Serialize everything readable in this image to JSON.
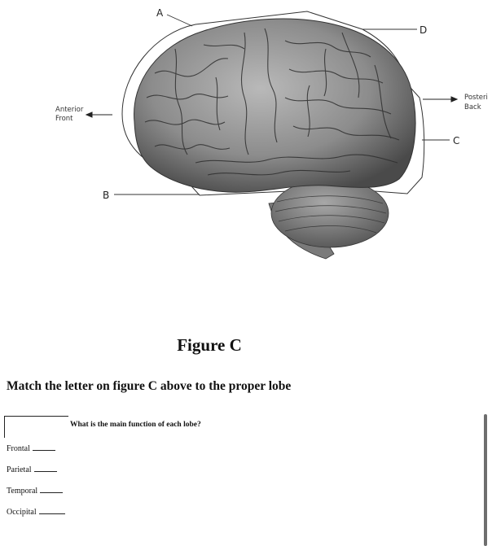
{
  "figure": {
    "label_a": "A",
    "label_b": "B",
    "label_c": "C",
    "label_d": "D",
    "anterior": "Anterior",
    "front": "Front",
    "posterior": "Posteri",
    "back": "Back",
    "caption": "Figure C"
  },
  "worksheet": {
    "instruction": "Match the letter on figure C above to the proper lobe",
    "question": "What is the main function of each lobe?",
    "lobes": [
      "Frontal",
      "Parietal",
      "Temporal",
      "Occipital"
    ]
  }
}
